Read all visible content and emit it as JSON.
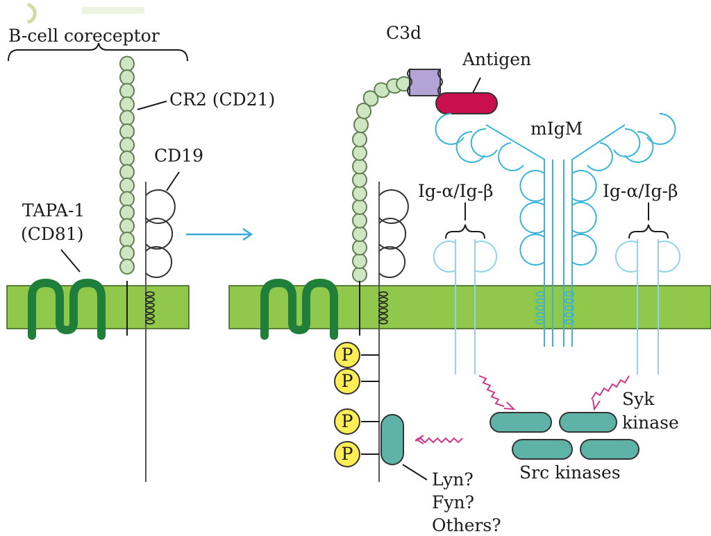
{
  "labels": {
    "coreceptor": "B-cell coreceptor",
    "cr2": "CR2 (CD21)",
    "cd19": "CD19",
    "tapa1": "TAPA-1",
    "cd81": "(CD81)",
    "c3d": "C3d",
    "antigen": "Antigen",
    "migm": "mIgM",
    "ig_ab_left": "Ig-α/Ig-β",
    "ig_ab_right": "Ig-α/Ig-β",
    "syk_line1": "Syk",
    "syk_line2": "kinase",
    "src": "Src kinases",
    "lyn": "Lyn?",
    "fyn": "Fyn?",
    "others": "Others?",
    "phospho": "P"
  },
  "colors": {
    "membrane": "#8fc84a",
    "membrane_edge": "#3b5a1e",
    "tapa": "#1f7f3a",
    "cr2_fill": "#cfe6c2",
    "cr2_stroke": "#5f7f52",
    "cd19_stroke": "#333333",
    "igm": "#38b4d8",
    "antigen": "#c8104e",
    "c3d": "#b3a3d6",
    "kinase": "#5fb3a6",
    "phospho": "#ffee55",
    "arrow_blue": "#3aa8dc",
    "arrow_magenta": "#d0358a"
  }
}
